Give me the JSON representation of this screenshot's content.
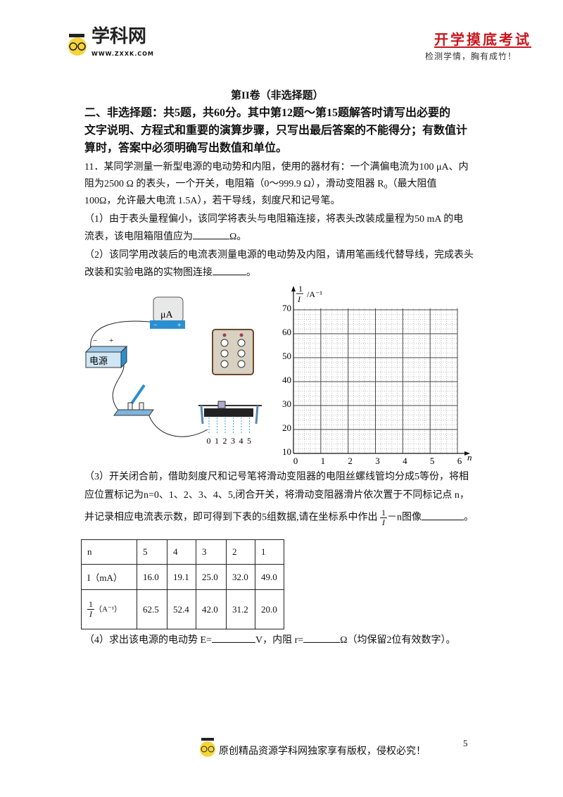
{
  "header": {
    "logo_text": "学科网",
    "logo_url_text": "WWW.ZXXK.COM",
    "exam_title": "开学摸底考试",
    "slogan": "检测学情，胸有成竹！",
    "accent_color": "#c8161d"
  },
  "section": {
    "title": "第II卷（非选择题）",
    "instructions": [
      "二、非选择题：共5题，共60分。其中第12题～第15题解答时请写出必要的",
      "文字说明、方程式和重要的演算步骤，只写出最后答案的不能得分；有数值计",
      "算时，答案中必须明确写出数值和单位。"
    ]
  },
  "question": {
    "stem": [
      "11．某同学测量一新型电源的电动势和内阻，使用的器材有：一个满偏电流为100 μA、内",
      "阻为2500 Ω 的表头，一个开关，电阻箱（0～999.9 Ω），滑动变阻器 R₀（最大阻值",
      "100Ω，允许最大电流 1.5A），若干导线，刻度尺和记号笔。"
    ],
    "part1": [
      "（1）由于表头量程偏小，该同学将表头与电阻箱连接，将表头改装成量程为50 mA 的电",
      "流表，该电阻箱阻值应为",
      "Ω。"
    ],
    "part2": [
      "（2）该同学用改装后的电流表测量电源的电动势及内阻，请用笔画线代替导线，完成表头",
      "改装和实验电路的实物图连接",
      "。"
    ],
    "part3": [
      "（3）开关闭合前，借助刻度尺和记号笔将滑动变阻器的电阻丝螺线管均分成5等份，将相",
      "应位置标记为n=0、1、2、3、4、5,闭合开关，将滑动变阻器滑片依次置于不同标记点 n，",
      "并记录相应电流表示数，即可得到下表的5组数据,请在坐标系中作出",
      "1",
      "I",
      "－n图像",
      "。"
    ],
    "part4": [
      "（4）求出该电源的电动势 E=",
      "V，内阻 r=",
      "Ω（均保留2位有效数字）。"
    ]
  },
  "circuit": {
    "meter_label": "μA",
    "meter_minus": "−",
    "meter_plus": "+",
    "source_label": "电源",
    "source_minus": "−",
    "source_plus": "+",
    "rheostat_marks": [
      "0",
      "1",
      "2",
      "3",
      "4",
      "5"
    ]
  },
  "chart_data": {
    "type": "line",
    "title": "",
    "ylabel_num": "1",
    "ylabel_den": "I",
    "ylabel_unit": "/A⁻¹",
    "xlabel": "n",
    "xlim": [
      0,
      6
    ],
    "ylim": [
      10,
      70
    ],
    "xticks": [
      "0",
      "1",
      "2",
      "3",
      "4",
      "5",
      "6"
    ],
    "yticks": [
      "10",
      "20",
      "30",
      "40",
      "50",
      "60",
      "70"
    ],
    "grid": true,
    "series": []
  },
  "table": {
    "rows": [
      {
        "label": "n",
        "values": [
          "5",
          "4",
          "3",
          "2",
          "1"
        ]
      },
      {
        "label": "I（mA）",
        "values": [
          "16.0",
          "19.1",
          "25.0",
          "32.0",
          "49.0"
        ]
      },
      {
        "label_num": "1",
        "label_den": "I",
        "label_unit": "（A⁻¹）",
        "values": [
          "62.5",
          "52.4",
          "42.0",
          "31.2",
          "20.0"
        ]
      }
    ]
  },
  "footer": {
    "copyright": "原创精品资源学科网独家享有版权，侵权必究！",
    "page_number": "5"
  }
}
